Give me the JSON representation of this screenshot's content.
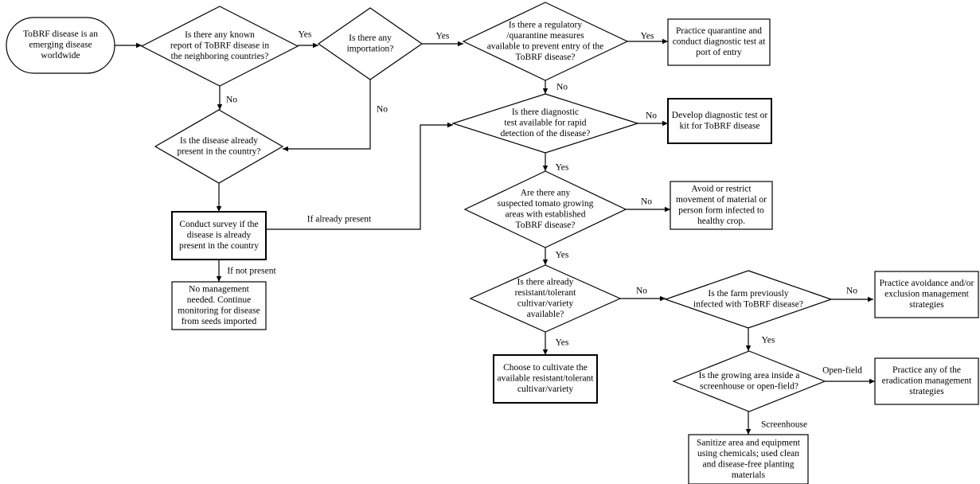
{
  "nodes": {
    "start": [
      "ToBRF disease is an",
      "emerging disease",
      "worldwide"
    ],
    "q_report": [
      "Is there any known",
      "report of ToBRF disease in",
      "the neighboring countries?"
    ],
    "q_import": [
      "Is there  any",
      "importation?"
    ],
    "q_regulatory": [
      "Is there a regulatory",
      "/quarantine measures",
      "available to prevent entry of the",
      "ToBRF disease?"
    ],
    "a_quarantine": [
      "Practice quarantine and",
      "conduct diagnostic test at",
      "port of entry"
    ],
    "q_present": [
      "Is the disease already",
      "present in the country?"
    ],
    "q_diagnostic": [
      "Is there diagnostic",
      "test available for rapid",
      "detection of the disease?"
    ],
    "a_develop": [
      "Develop diagnostic test or",
      "kit for ToBRF disease"
    ],
    "q_growing": [
      "Are there any",
      "suspected tomato growing",
      "areas with established",
      "ToBRF disease?"
    ],
    "a_avoid": [
      "Avoid or restrict",
      "movement of material or",
      "person form infected to",
      "healthy crop."
    ],
    "a_survey": [
      "Conduct survey if the",
      "disease is already",
      "present in the country"
    ],
    "a_no_mgmt": [
      "No management",
      "needed. Continue",
      "monitoring for disease",
      "from seeds imported"
    ],
    "q_resistant": [
      "Is there already",
      "resistant/tolerant",
      "cultivar/variety",
      "available?"
    ],
    "q_farm": [
      "Is the farm previously",
      "infected with ToBRF disease?"
    ],
    "a_avoidance": [
      "Practice avoidance and/or",
      "exclusion management",
      "strategies"
    ],
    "a_cultivate": [
      "Choose to cultivate the",
      "available resistant/tolerant",
      "cultivar/variety"
    ],
    "q_screen": [
      "Is the growing area inside a",
      "screenhouse or open-field?"
    ],
    "a_eradicate": [
      "Practice any of the",
      "eradication management",
      "strategies"
    ],
    "a_sanitize": [
      "Sanitize area and equipment",
      "using chemicals; used clean",
      "and disease-free planting",
      "materials"
    ]
  },
  "edge_labels": {
    "report_yes": "Yes",
    "import_yes": "Yes",
    "regulatory_yes": "Yes",
    "report_no": "No",
    "import_no": "No",
    "regulatory_no": "No",
    "diagnostic_no": "No",
    "diagnostic_yes": "Yes",
    "growing_no": "No",
    "growing_yes": "Yes",
    "if_present": "If already present",
    "if_not_present": "If not present",
    "resistant_no": "No",
    "farm_no": "No",
    "resistant_yes": "Yes",
    "farm_yes": "Yes",
    "open_field": "Open-field",
    "screenhouse": "Screenhouse"
  }
}
